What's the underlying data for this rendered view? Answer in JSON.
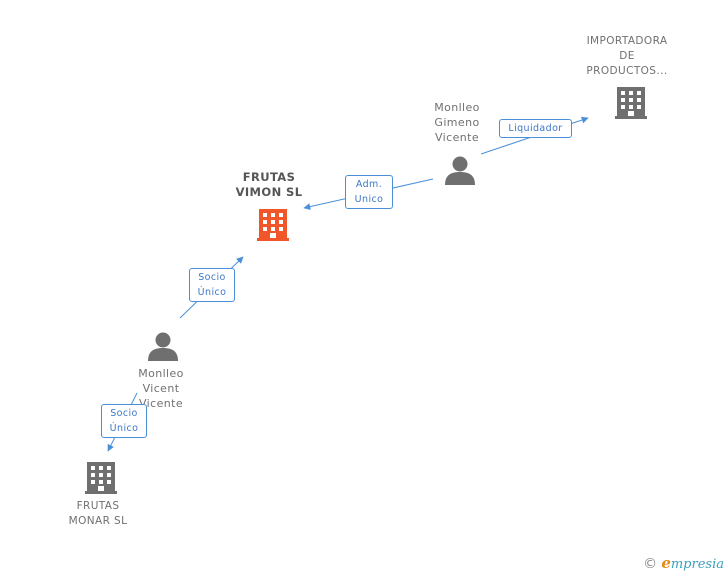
{
  "nodes": {
    "importadora": {
      "lines": [
        "IMPORTADORA",
        "DE",
        "PRODUCTOS..."
      ],
      "type": "company",
      "color": "#6f6f6f"
    },
    "monlleo_gimeno": {
      "lines": [
        "Monlleo",
        "Gimeno",
        "Vicente"
      ],
      "type": "person",
      "color": "#6f6f6f"
    },
    "frutas_vimon": {
      "lines": [
        "FRUTAS",
        "VIMON  SL"
      ],
      "type": "company",
      "color": "#f0562a"
    },
    "monlleo_vicent": {
      "lines": [
        "Monlleo",
        "Vicent",
        "Vicente"
      ],
      "type": "person",
      "color": "#6f6f6f"
    },
    "frutas_monar": {
      "lines": [
        "FRUTAS",
        "MONAR  SL"
      ],
      "type": "company",
      "color": "#6f6f6f"
    }
  },
  "edges": {
    "liquidador": {
      "lines": [
        "Liquidador"
      ]
    },
    "adm_unico": {
      "lines": [
        "Adm.",
        "Unico"
      ]
    },
    "socio_unico_1": {
      "lines": [
        "Socio",
        "Único"
      ]
    },
    "socio_unico_2": {
      "lines": [
        "Socio",
        "Único"
      ]
    }
  },
  "colors": {
    "edge": "#4a90d9",
    "label_text": "#3c78c8"
  },
  "footer": {
    "copyright": "©",
    "brand_initial": "e",
    "brand_rest": "mpresia"
  }
}
